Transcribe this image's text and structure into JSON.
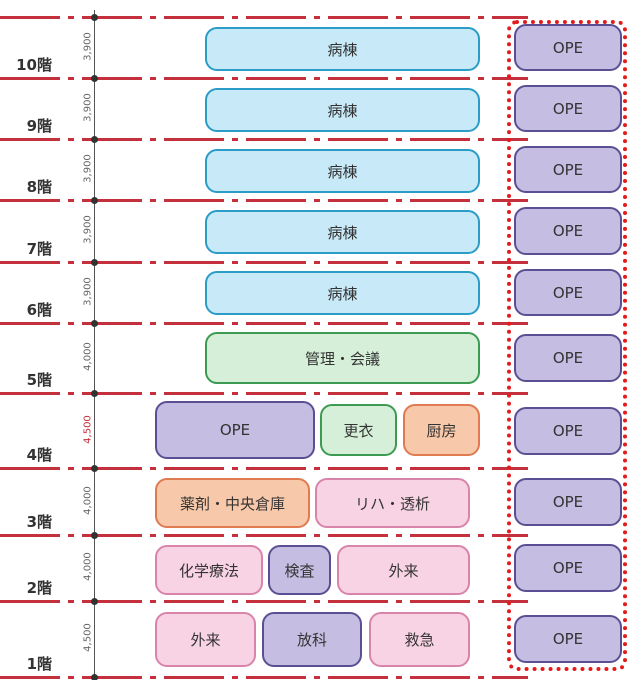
{
  "floors": [
    {
      "label": "10階",
      "height": "3,900"
    },
    {
      "label": "9階",
      "height": "3,900"
    },
    {
      "label": "8階",
      "height": "3,900"
    },
    {
      "label": "7階",
      "height": "3,900"
    },
    {
      "label": "6階",
      "height": "3,900"
    },
    {
      "label": "5階",
      "height": "4,000"
    },
    {
      "label": "4階",
      "height": "4,500"
    },
    {
      "label": "3階",
      "height": "4,000"
    },
    {
      "label": "2階",
      "height": "4,000"
    },
    {
      "label": "1階",
      "height": "4,500"
    }
  ],
  "rooms": {
    "f10": "病棟",
    "f9": "病棟",
    "f8": "病棟",
    "f7": "病棟",
    "f6": "病棟",
    "f5": "管理・会議",
    "f4": [
      "OPE",
      "更衣",
      "厨房"
    ],
    "f3": [
      "薬剤・中央倉庫",
      "リハ・透析"
    ],
    "f2": [
      "化学療法",
      "検査",
      "外来"
    ],
    "f1": [
      "外来",
      "放科",
      "救急"
    ]
  },
  "ope_column": [
    "OPE",
    "OPE",
    "OPE",
    "OPE",
    "OPE",
    "OPE",
    "OPE",
    "OPE",
    "OPE",
    "OPE"
  ],
  "colors": {
    "ward": "#c8eaf8",
    "admin": "#d6efd9",
    "ope": "#c5bde2",
    "orange": "#f8c8aa",
    "pink": "#f8d3e3",
    "grid_line": "#c4303c",
    "highlight": "#e41b1b"
  }
}
